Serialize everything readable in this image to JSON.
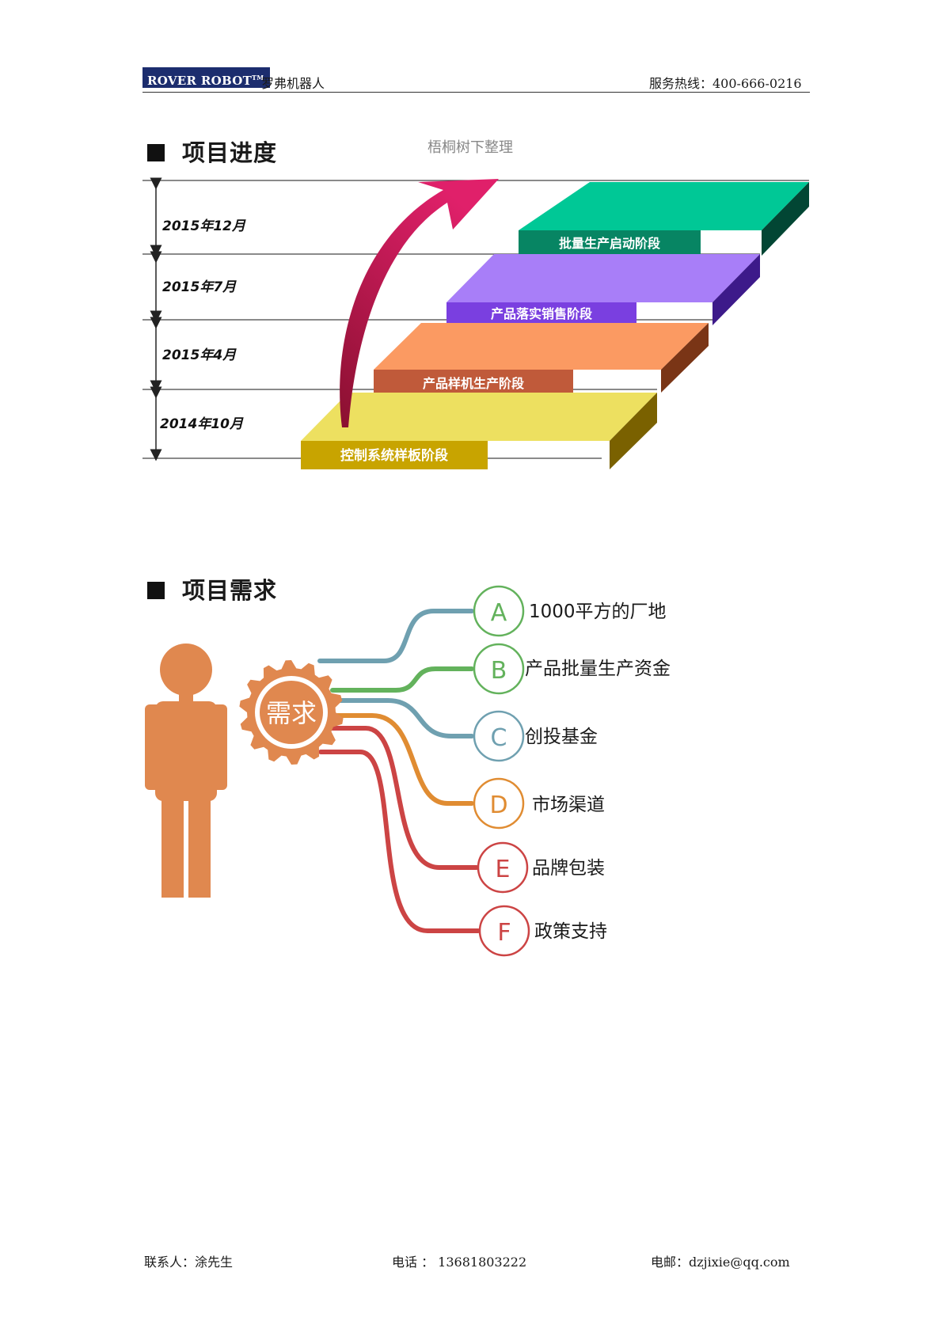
{
  "header": {
    "logo_text": "ROVER ROBOT",
    "logo_tm": "TM",
    "company": "罗弗机器人",
    "hotline": "服务热线：400-666-0216"
  },
  "section1": {
    "title": "项目进度",
    "watermark": "梧桐树下整理",
    "dates": [
      "2015年12月",
      "2015年7月",
      "2015年4月",
      "2014年10月"
    ],
    "steps": [
      {
        "label": "控制系统样板阶段",
        "top_color": "#ede060",
        "front_color": "#c8a400",
        "side_color": "#7a6100"
      },
      {
        "label": "产品样机生产阶段",
        "top_color": "#fb9a62",
        "front_color": "#c05a3a",
        "side_color": "#7a3516"
      },
      {
        "label": "产品落实销售阶段",
        "top_color": "#a87ef8",
        "front_color": "#7a3fe0",
        "side_color": "#3d1a8a"
      },
      {
        "label": "批量生产启动阶段",
        "top_color": "#00c896",
        "front_color": "#078563",
        "side_color": "#024634"
      }
    ]
  },
  "section2": {
    "title": "项目需求",
    "hub_label": "需求",
    "figure_color": "#e0884f",
    "items": [
      {
        "letter": "A",
        "label": "1000平方的厂地",
        "color": "#6fa0b0"
      },
      {
        "letter": "B",
        "label": "产品批量生产资金",
        "color": "#63b25c"
      },
      {
        "letter": "C",
        "label": "创投基金",
        "color": "#6fa0b0"
      },
      {
        "letter": "D",
        "label": "市场渠道",
        "color": "#e08c32"
      },
      {
        "letter": "E",
        "label": "品牌包装",
        "color": "#cc4444"
      },
      {
        "letter": "F",
        "label": "政策支持",
        "color": "#cc4444"
      }
    ]
  },
  "footer": {
    "contact": "联系人：涂先生",
    "phone": "电话 ： 13681803222",
    "email": "电邮：dzjixie@qq.com"
  }
}
